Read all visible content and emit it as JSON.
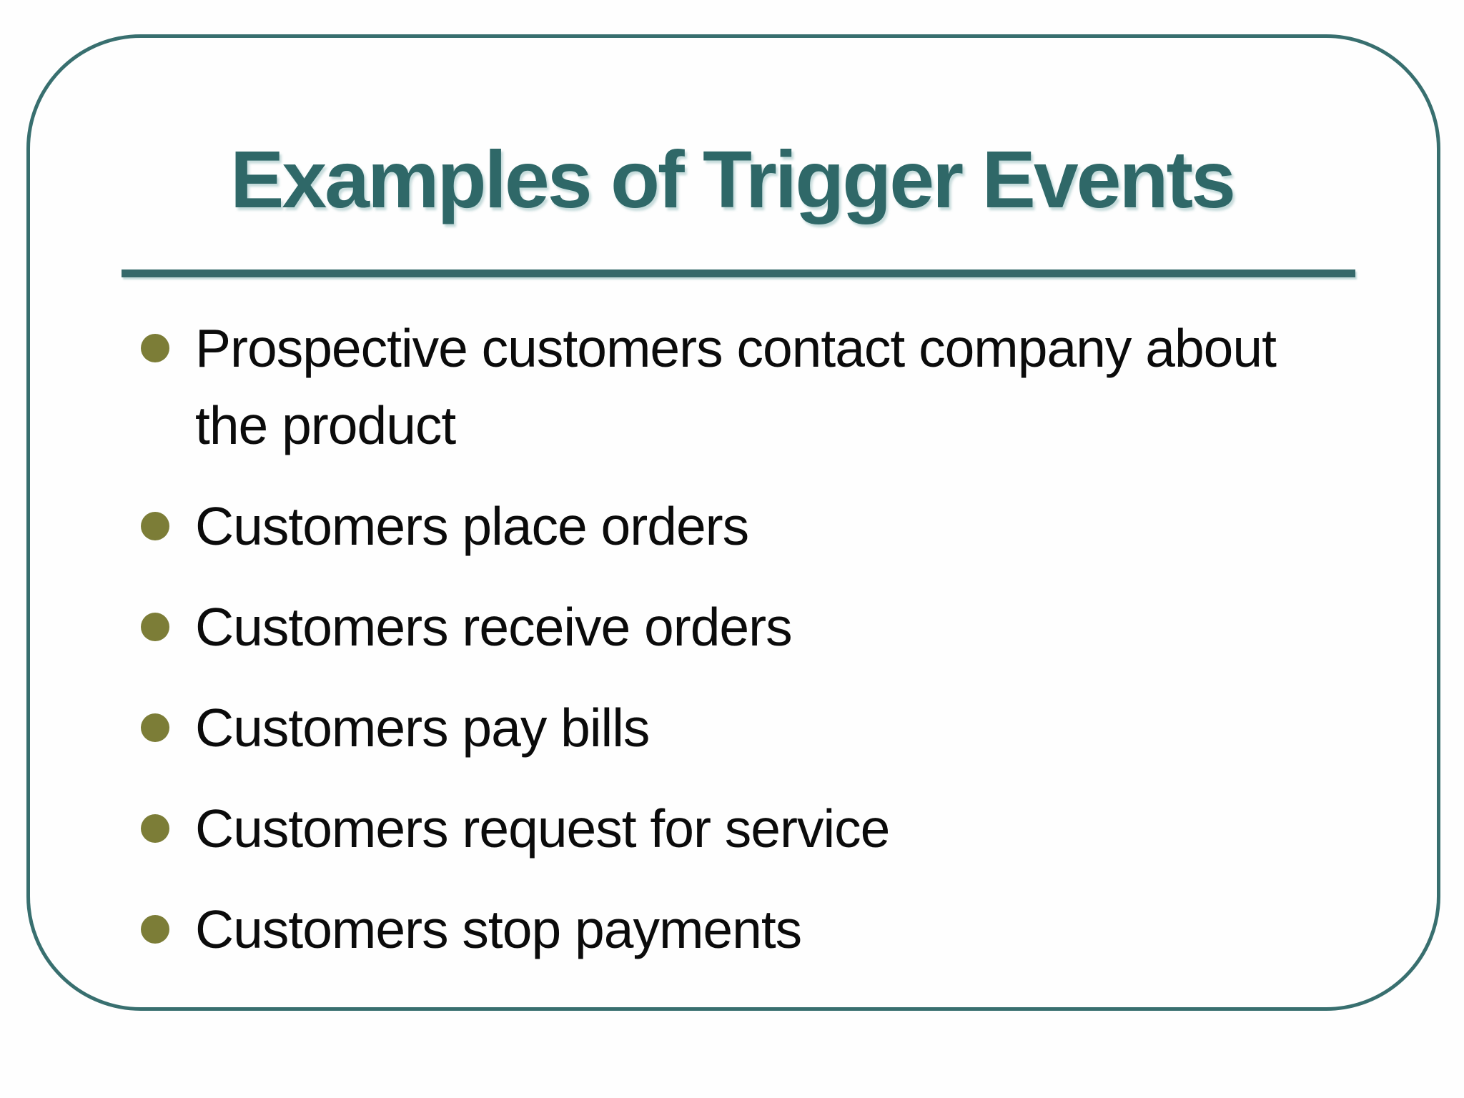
{
  "slide": {
    "title": "Examples of Trigger Events",
    "bullets": [
      "Prospective customers contact company about the product",
      "Customers place orders",
      "Customers receive orders",
      "Customers pay bills",
      "Customers request for service",
      "Customers stop payments"
    ],
    "colors": {
      "title": "#2F6868",
      "divider": "#35696A",
      "border": "#386F6F",
      "bullet_dot": "#7C7D37",
      "text": "#0B0B0B",
      "background": "#FEFEFE"
    }
  }
}
